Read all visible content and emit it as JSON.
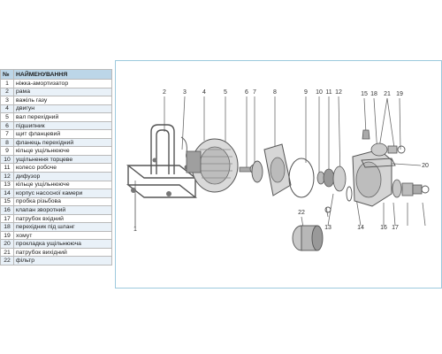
{
  "table": {
    "header_num": "№",
    "header_name": "НАЙМЕНУВАННЯ",
    "rows": [
      {
        "num": "1",
        "name": "ніжка-амортизатор"
      },
      {
        "num": "2",
        "name": "рама"
      },
      {
        "num": "3",
        "name": "важіль газу"
      },
      {
        "num": "4",
        "name": "двигун"
      },
      {
        "num": "5",
        "name": "вал перехідний"
      },
      {
        "num": "6",
        "name": "підшипник"
      },
      {
        "num": "7",
        "name": "щит фланцевий"
      },
      {
        "num": "8",
        "name": "фланець перехідний"
      },
      {
        "num": "9",
        "name": "кільце ущільнююче"
      },
      {
        "num": "10",
        "name": "ущільнення торцеве"
      },
      {
        "num": "11",
        "name": "колесо робоче"
      },
      {
        "num": "12",
        "name": "дифузор"
      },
      {
        "num": "13",
        "name": "кільце ущільнююче"
      },
      {
        "num": "14",
        "name": "корпус насосної камери"
      },
      {
        "num": "15",
        "name": "пробка різьбова"
      },
      {
        "num": "16",
        "name": "клапан зворотний"
      },
      {
        "num": "17",
        "name": "патрубок вхідний"
      },
      {
        "num": "18",
        "name": "перехідник під шланг"
      },
      {
        "num": "19",
        "name": "хомут"
      },
      {
        "num": "20",
        "name": "прокладка ущільнююча"
      },
      {
        "num": "21",
        "name": "патрубок вихідний"
      },
      {
        "num": "22",
        "name": "фільтр"
      }
    ]
  },
  "diagram": {
    "callouts": [
      "1",
      "2",
      "3",
      "4",
      "5",
      "6",
      "7",
      "8",
      "9",
      "10",
      "11",
      "12",
      "13",
      "14",
      "15",
      "16",
      "17",
      "18",
      "19",
      "20",
      "21",
      "22"
    ]
  }
}
